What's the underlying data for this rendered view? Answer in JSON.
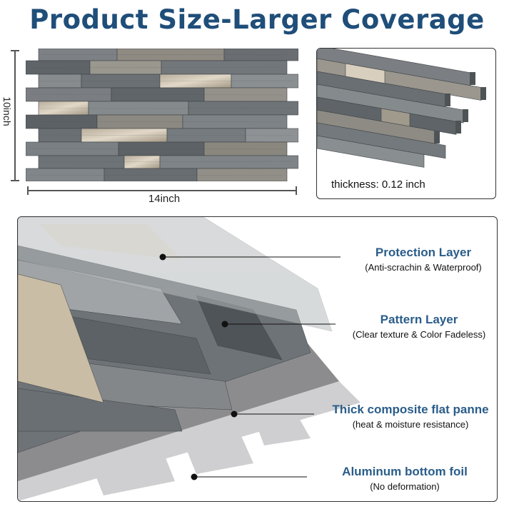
{
  "header": {
    "title": "Product Size-Larger Coverage"
  },
  "dimensions": {
    "height_label": "10inch",
    "width_label": "14inch"
  },
  "thickness": {
    "label": "thickness: 0.12 inch"
  },
  "layers": [
    {
      "title": "Protection Layer",
      "subtitle": "(Anti-scrachin & Waterproof)"
    },
    {
      "title": "Pattern Layer",
      "subtitle": "(Clear texture & Color Fadeless)"
    },
    {
      "title": "Thick composite flat panne",
      "subtitle": "(heat & moisture resistance)"
    },
    {
      "title": "Aluminum bottom foil",
      "subtitle": "(No deformation)"
    }
  ],
  "colors": {
    "title": "#1f4e79",
    "layer_title": "#2a5d8a"
  }
}
